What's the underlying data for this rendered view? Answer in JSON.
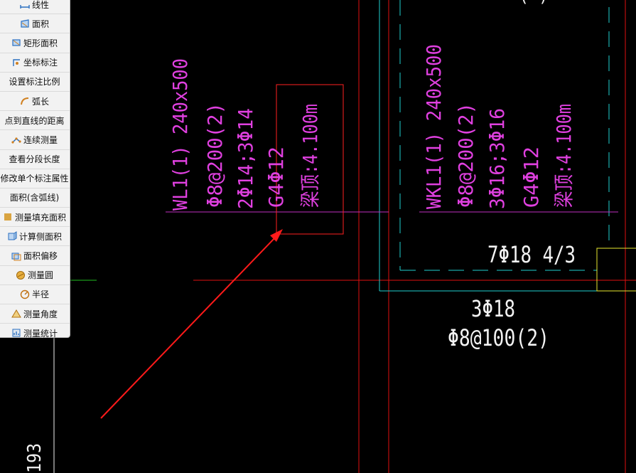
{
  "tool_menu": {
    "items": [
      {
        "label": "线性",
        "icon": "linear-measure-icon"
      },
      {
        "label": "面积",
        "icon": "area-icon"
      },
      {
        "label": "矩形面积",
        "icon": "rect-area-icon"
      },
      {
        "label": "坐标标注",
        "icon": "coordinate-icon"
      },
      {
        "label": "设置标注比例",
        "icon": ""
      },
      {
        "label": "弧长",
        "icon": "arc-length-icon"
      },
      {
        "label": "点到直线的距离",
        "icon": ""
      },
      {
        "label": "连续测量",
        "icon": "continuous-measure-icon"
      },
      {
        "label": "查看分段长度",
        "icon": ""
      },
      {
        "label": "修改单个标注属性",
        "icon": ""
      },
      {
        "label": "面积(含弧线)",
        "icon": ""
      },
      {
        "label": "测量填充面积",
        "icon": "fill-area-icon"
      },
      {
        "label": "计算侧面积",
        "icon": "side-area-icon"
      },
      {
        "label": "面积偏移",
        "icon": "area-offset-icon"
      },
      {
        "label": "测量圆",
        "icon": "circle-measure-icon"
      },
      {
        "label": "半径",
        "icon": "radius-icon"
      },
      {
        "label": "测量角度",
        "icon": "angle-icon"
      },
      {
        "label": "测量统计",
        "icon": "statistics-icon"
      }
    ]
  },
  "drawing": {
    "beam_left": {
      "line1": "WL1(1) 240x500",
      "line2": "Φ8@200(2)",
      "line3": "2Φ14;3Φ14",
      "line4": "G4Φ12",
      "line5": "梁顶:4.100m"
    },
    "beam_right": {
      "line1": "WKL1(1) 240x500",
      "line2": "Φ8@200(2)",
      "line3": "3Φ16;3Φ16",
      "line4": "G4Φ12",
      "line5": "梁顶:4.100m"
    },
    "rebar_top": "7Φ18 4/3",
    "rebar_bottom_1": "3Φ18",
    "rebar_bottom_2": "Φ8@100(2)",
    "dim_label": "193",
    "top_fragment": "(     )"
  },
  "colors": {
    "background": "#000000",
    "magenta": "#e040e0",
    "red": "#ff2020",
    "cyan": "#20d0d0",
    "white": "#ffffff",
    "yellow": "#e8e830",
    "green": "#20c020"
  }
}
